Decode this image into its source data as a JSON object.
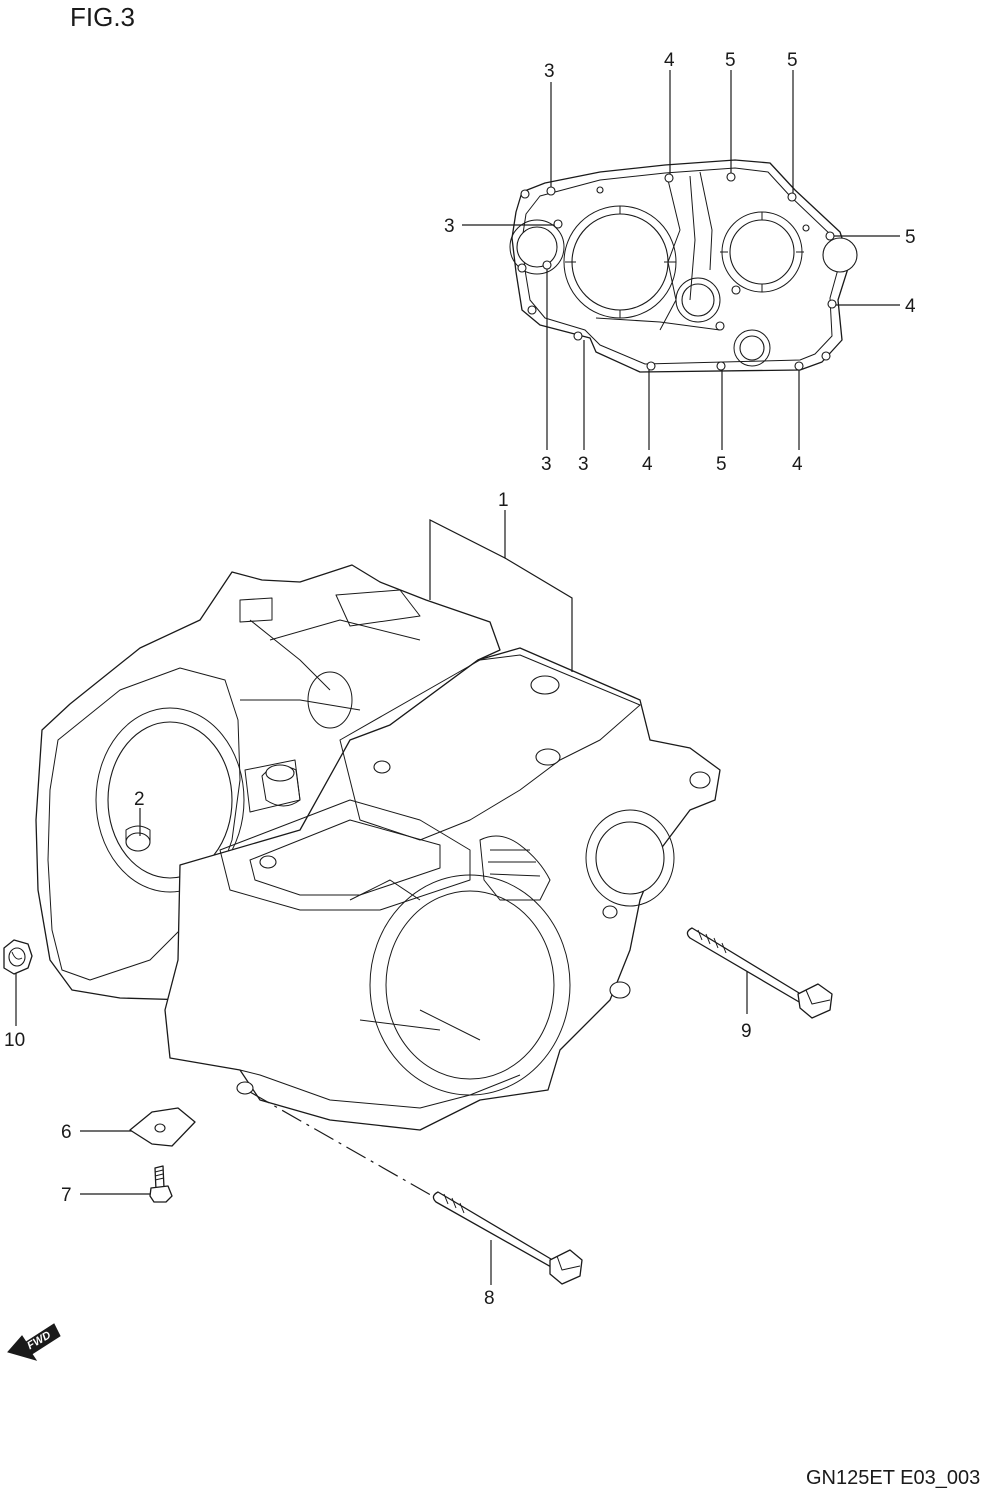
{
  "figure": {
    "title": "FIG.3",
    "code": "GN125ET E03_003",
    "fwd_label": "FWD"
  },
  "callouts": [
    {
      "id": "c3a",
      "label": "3"
    },
    {
      "id": "c4a",
      "label": "4"
    },
    {
      "id": "c5a",
      "label": "5"
    },
    {
      "id": "c5b",
      "label": "5"
    },
    {
      "id": "c3b",
      "label": "3"
    },
    {
      "id": "c5c",
      "label": "5"
    },
    {
      "id": "c4b",
      "label": "4"
    },
    {
      "id": "c3c",
      "label": "3"
    },
    {
      "id": "c3d",
      "label": "3"
    },
    {
      "id": "c4c",
      "label": "4"
    },
    {
      "id": "c5d",
      "label": "5"
    },
    {
      "id": "c4d",
      "label": "4"
    },
    {
      "id": "c1",
      "label": "1"
    },
    {
      "id": "c2",
      "label": "2"
    },
    {
      "id": "c10",
      "label": "10"
    },
    {
      "id": "c9",
      "label": "9"
    },
    {
      "id": "c6",
      "label": "6"
    },
    {
      "id": "c7",
      "label": "7"
    },
    {
      "id": "c8",
      "label": "8"
    }
  ]
}
